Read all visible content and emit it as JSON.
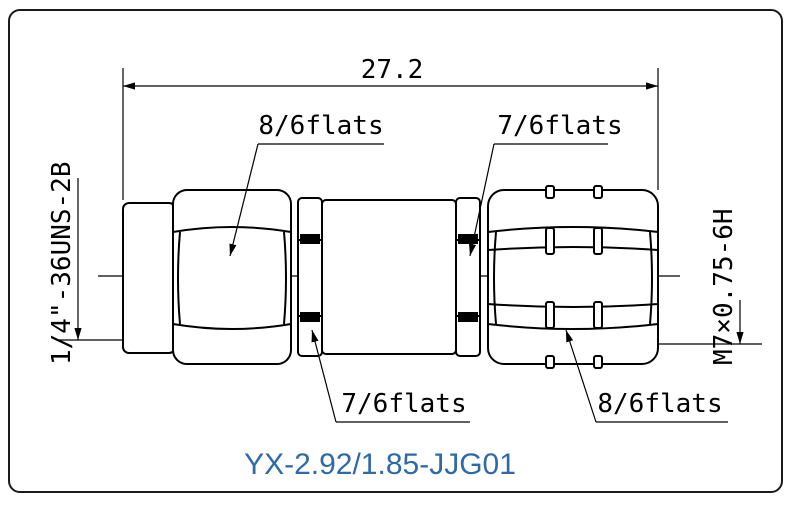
{
  "title": "YX-2.92/1.85-JJG01",
  "dimensions": {
    "overall_length": "27.2",
    "left_thread": "1/4\"-36UNS-2B",
    "right_thread": "M7×0.75-6H"
  },
  "callouts": {
    "left_hex_top": "8/6flats",
    "right_hex_top": "7/6flats",
    "left_neck_bottom": "7/6flats",
    "right_hex_bottom": "8/6flats"
  },
  "colors": {
    "title": "#2f6aa8",
    "line": "#000000"
  }
}
